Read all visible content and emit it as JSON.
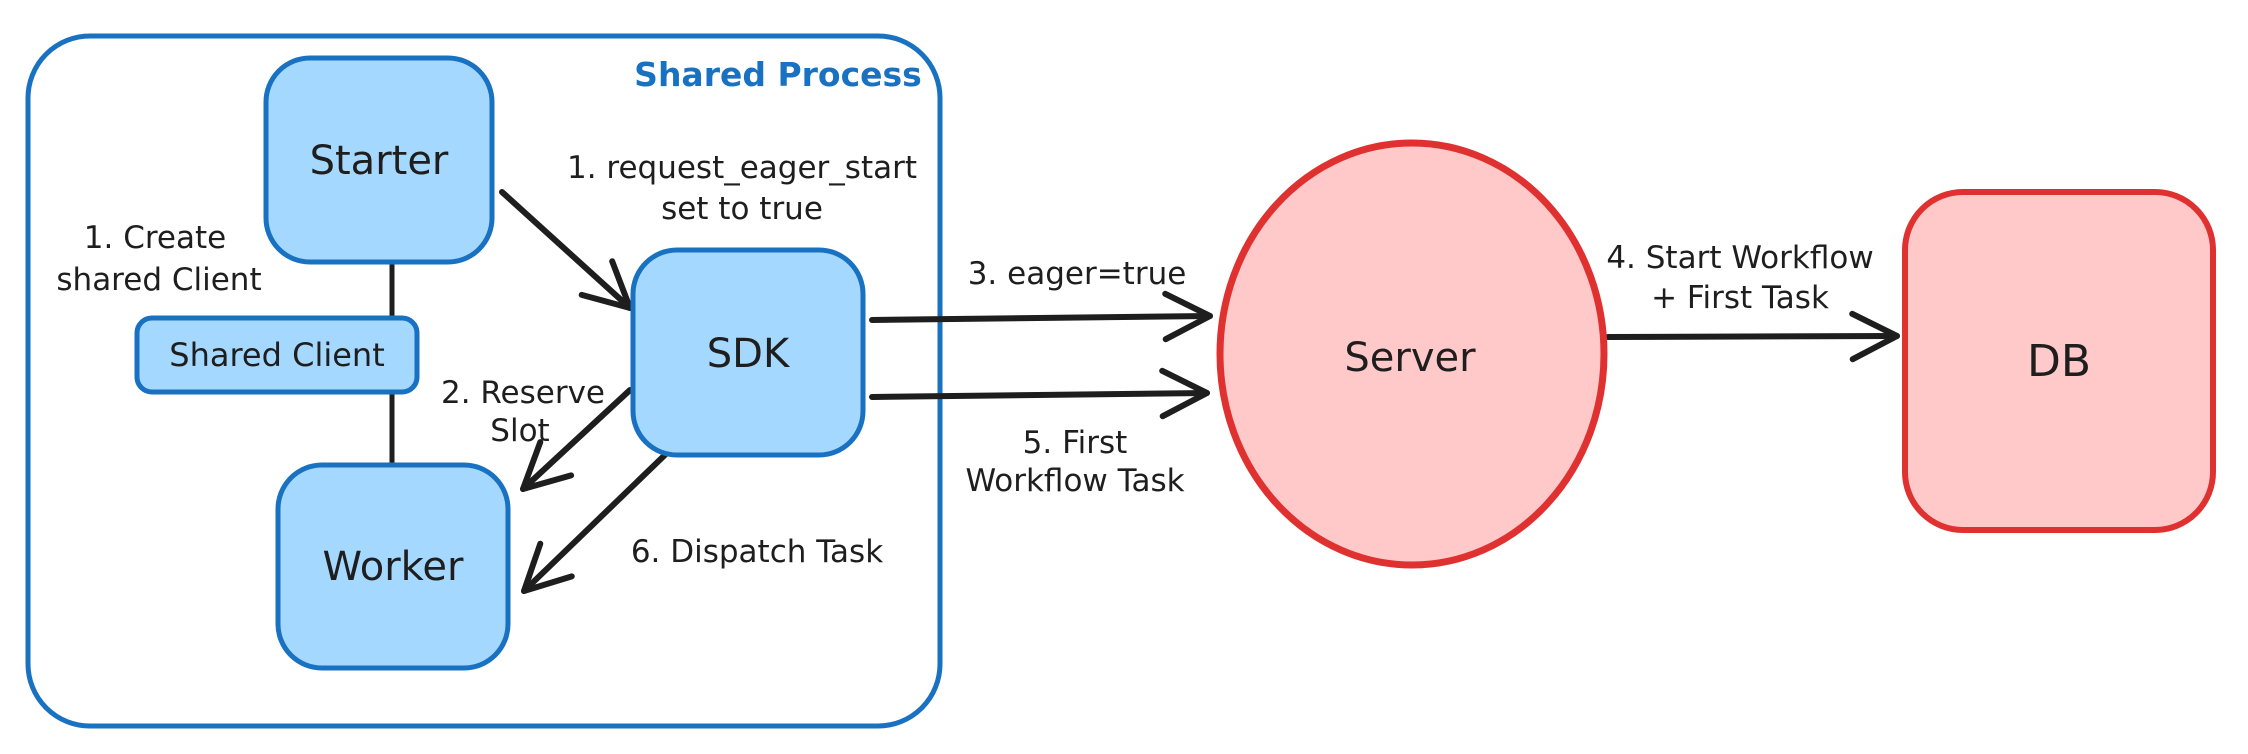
{
  "diagram": {
    "container_label": "Shared Process",
    "colors": {
      "blue_stroke": "#1971c2",
      "blue_fill": "#a5d8ff",
      "red_stroke": "#e03131",
      "red_fill": "#ffc9c9",
      "ink": "#1e1e1e",
      "background": "#ffffff"
    },
    "nodes": {
      "starter": "Starter",
      "shared_client": "Shared Client",
      "worker": "Worker",
      "sdk": "SDK",
      "server": "Server",
      "db": "DB"
    },
    "annotations": {
      "create_client": [
        "1. Create",
        "shared Client"
      ],
      "request_eager": [
        "1. request_eager_start",
        "set to true"
      ],
      "reserve_slot": [
        "2. Reserve",
        "Slot"
      ],
      "eager_true": "3. eager=true",
      "start_workflow": [
        "4. Start Workflow",
        "+ First Task"
      ],
      "first_workflow_task": [
        "5. First",
        "Workflow Task"
      ],
      "dispatch_task": "6. Dispatch Task"
    }
  }
}
